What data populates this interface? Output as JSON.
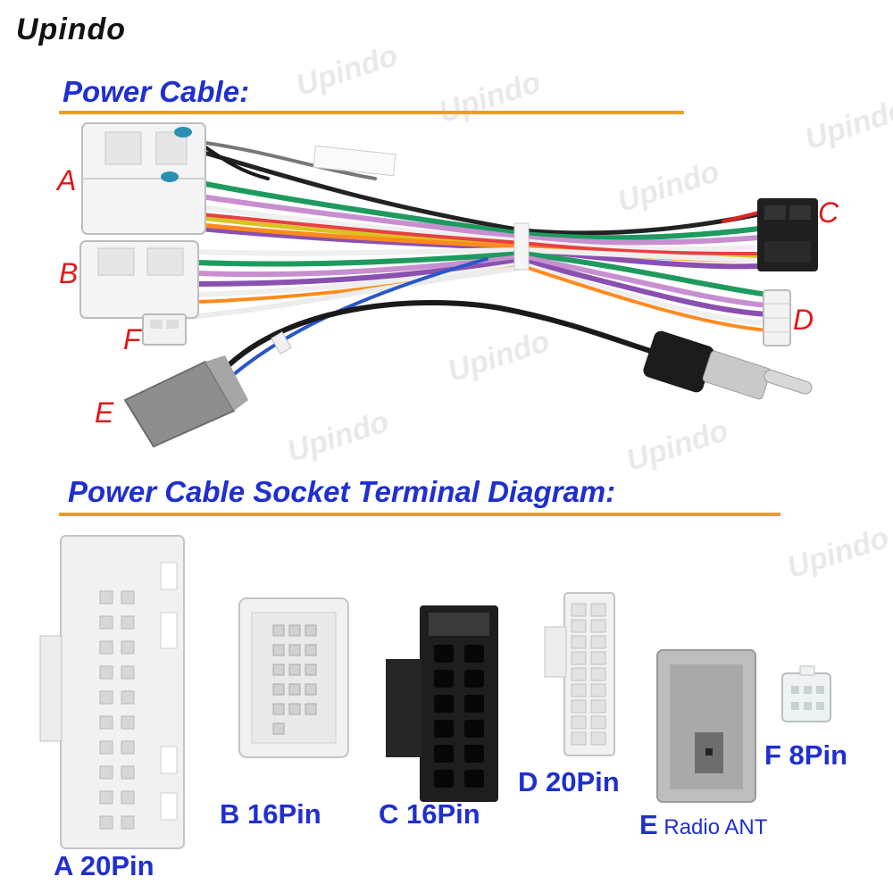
{
  "brand": {
    "name": "Upindo",
    "watermark": "Upindo"
  },
  "sections": {
    "power_cable_title": "Power Cable:",
    "diagram_title": "Power Cable Socket Terminal Diagram:"
  },
  "connector_letters": {
    "a": "A",
    "b": "B",
    "c": "C",
    "d": "D",
    "e": "E",
    "f": "F"
  },
  "socket_labels": {
    "a": "A 20Pin",
    "b": "B 16Pin",
    "c": "C 16Pin",
    "d": "D 20Pin",
    "e_letter": "E",
    "e_text": " Radio ANT",
    "f": "F 8Pin"
  },
  "colors": {
    "title_blue": "#1f2fd0",
    "letter_red": "#e01818",
    "rule_orange": "#e8a020"
  }
}
